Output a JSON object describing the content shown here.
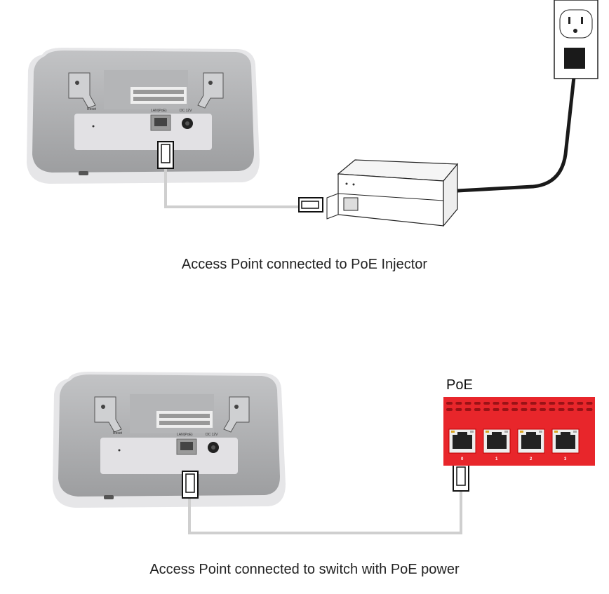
{
  "diagrams": [
    {
      "caption": "Access Point connected to PoE Injector",
      "ap_labels": {
        "reset": "Reset",
        "lan": "LAN(PoE)",
        "dc": "DC 12V"
      }
    },
    {
      "caption": "Access Point connected to switch with PoE power",
      "switch_label": "PoE",
      "ap_labels": {
        "reset": "Reset",
        "lan": "LAN(PoE)",
        "dc": "DC 12V"
      },
      "switch_ports": [
        "0",
        "1",
        "2",
        "3"
      ]
    }
  ],
  "colors": {
    "switch": "#e8262b",
    "cable": "#cfcfcf",
    "ap_body": "#a9aaac",
    "ap_rim": "#e4e4e6"
  }
}
